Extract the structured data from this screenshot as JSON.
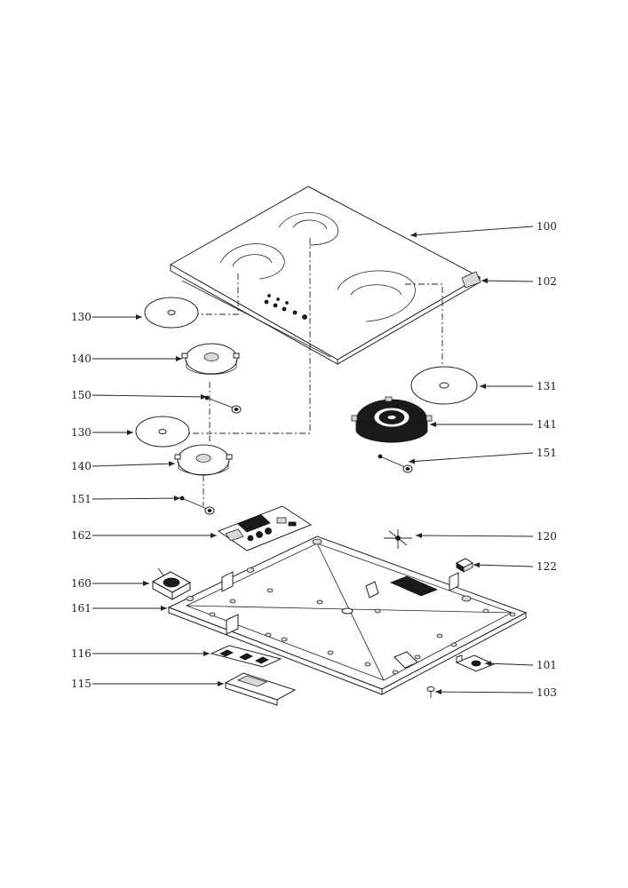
{
  "labels": {
    "l100": "100",
    "l102": "102",
    "l130a": "130",
    "l140a": "140",
    "l150": "150",
    "l130b": "130",
    "l131": "131",
    "l141": "141",
    "l140b": "140",
    "l151a": "151",
    "l151b": "151",
    "l162": "162",
    "l120": "120",
    "l122": "122",
    "l160": "160",
    "l161": "161",
    "l116": "116",
    "l101": "101",
    "l115": "115",
    "l103": "103"
  }
}
